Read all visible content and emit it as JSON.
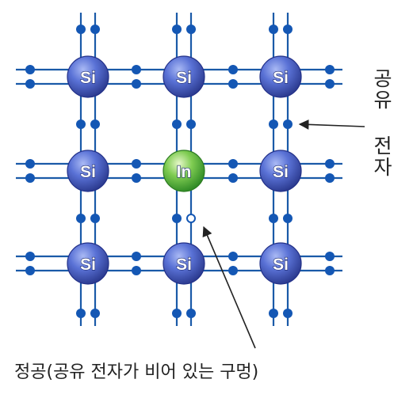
{
  "figure": {
    "atoms": [
      [
        "Si",
        "Si",
        "Si"
      ],
      [
        "Si",
        "In",
        "Si"
      ],
      [
        "Si",
        "Si",
        "Si"
      ]
    ],
    "covalent_electron_label": "공유 전자",
    "hole_label": "정공(공유 전자가 비어 있는 구멍)"
  },
  "colors": {
    "bond_line": "#1a5aa8",
    "electron": "#1457b4",
    "si_atom": "#4a63c9",
    "in_atom": "#5bbf3c",
    "hole_stroke": "#1457b4",
    "arrow": "#222222"
  }
}
